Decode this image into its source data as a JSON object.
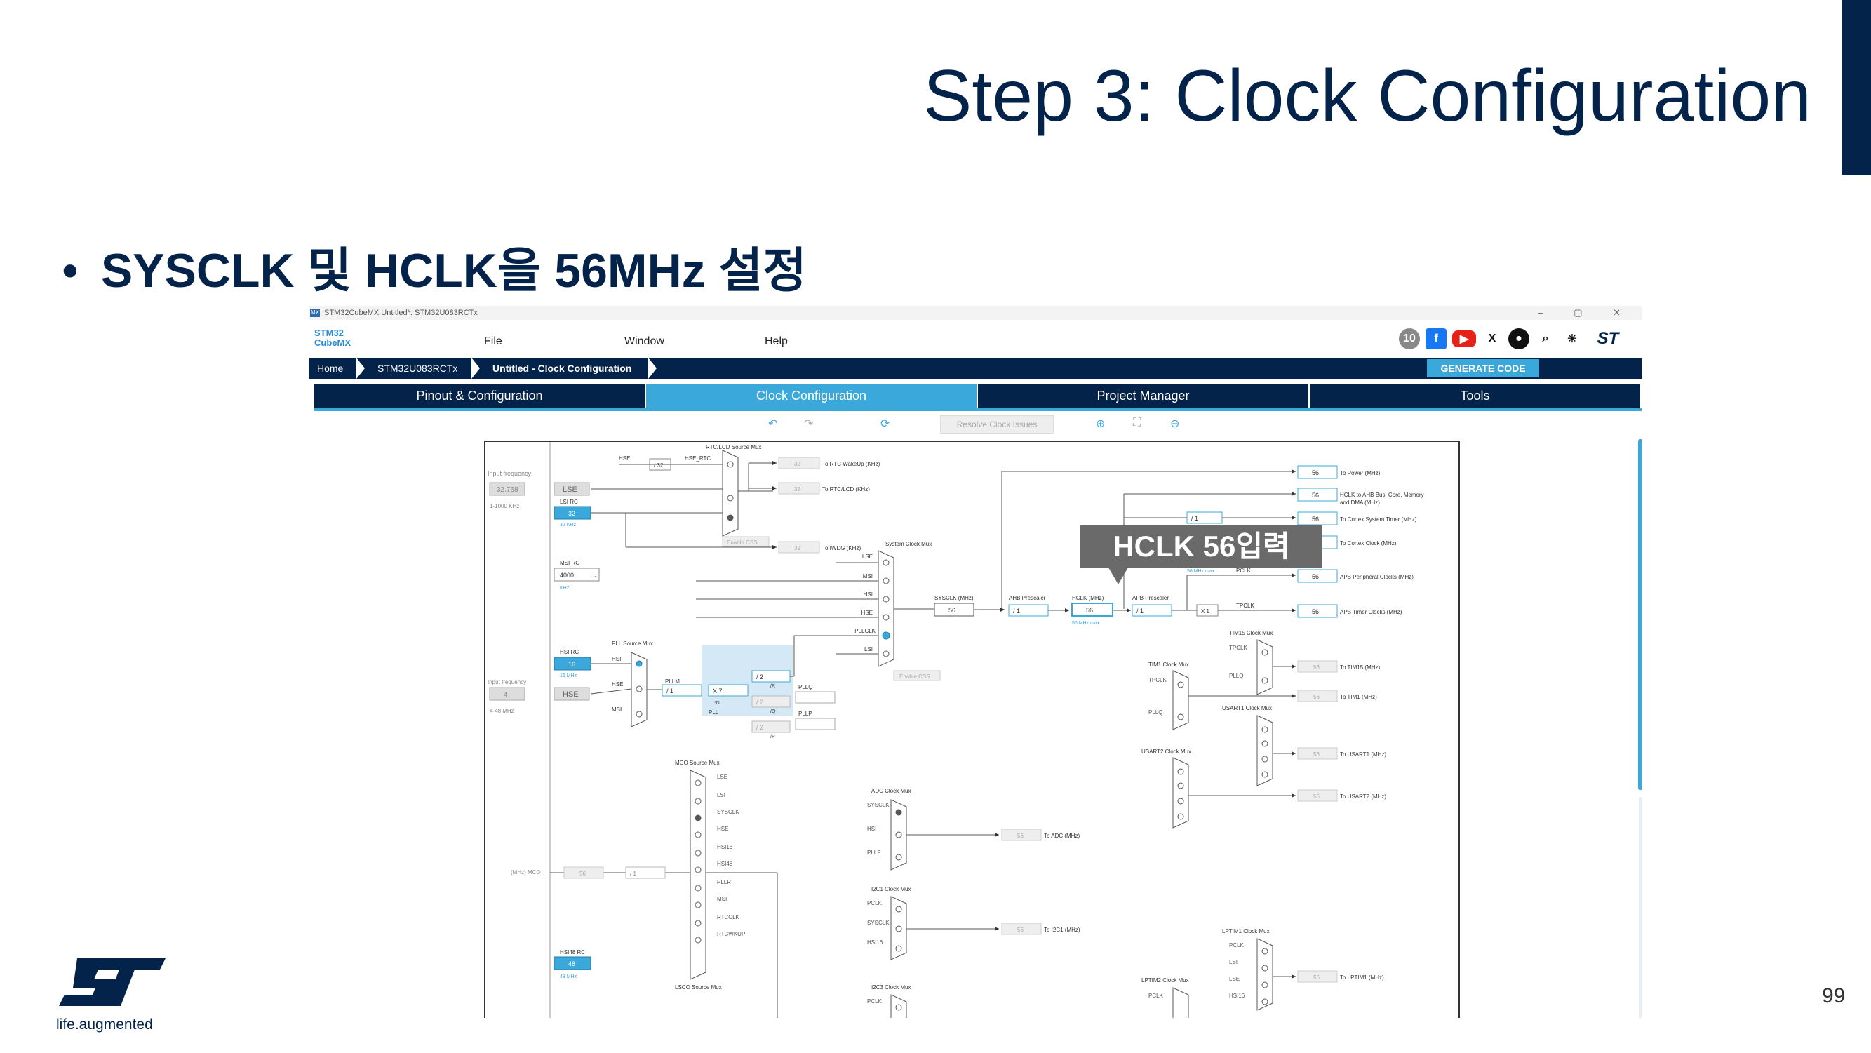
{
  "slide": {
    "title": "Step 3: Clock Configuration",
    "bullet_marker": "•",
    "bullet": "SYSCLK 및 HCLK을 56MHz 설정",
    "page_number": "99",
    "logo_tagline": "life.augmented"
  },
  "window": {
    "title": "STM32CubeMX Untitled*: STM32U083RCTx",
    "controls": "– ▢ ✕",
    "app_logo_line1": "STM32",
    "app_logo_line2": "CubeMX"
  },
  "menu": {
    "file": "File",
    "window": "Window",
    "help": "Help"
  },
  "breadcrumb": {
    "home": "Home",
    "device": "STM32U083RCTx",
    "current": "Untitled - Clock Configuration"
  },
  "generate_label": "GENERATE CODE",
  "tabs": [
    "Pinout & Configuration",
    "Clock Configuration",
    "Project Manager",
    "Tools"
  ],
  "toolbar": {
    "resolve": "Resolve Clock Issues"
  },
  "social_icons": [
    "anniversary-icon",
    "facebook-icon",
    "youtube-icon",
    "x-icon",
    "github-icon",
    "search-icon",
    "network-icon",
    "st-icon"
  ],
  "colors": {
    "navy": "#03234b",
    "accent": "#3ba8dc",
    "callout": "#6a6a6a"
  },
  "callout": "HCLK 56입력",
  "clock": {
    "input_frequency": "Input frequency",
    "lse_value": "32.768",
    "lse_range": "1-1000 KHz",
    "lse": "LSE",
    "lsi_rc": "LSI RC",
    "lsi_value": "32",
    "lsi_unit": "32 KHz",
    "msi_rc": "MSI RC",
    "msi_value": "4000",
    "msi_unit": "KHz",
    "hsi_rc": "HSI RC",
    "hsi_value": "16",
    "hsi_unit": "16 MHz",
    "hse_input": "4",
    "hse_range": "4-48 MHz",
    "hse": "HSE",
    "rtc_mux": "RTC/LCD Source Mux",
    "hse_div": "/ 32",
    "hse_rtc": "HSE_RTC",
    "to_rtc_wakeup": "To RTC WakeUp (KHz)",
    "to_rtc_lcd": "To RTC/LCD (KHz)",
    "to_iwdg": "To IWDG (KHz)",
    "rtc_val": "32",
    "enable_css": "Enable CSS",
    "sys_mux": "System Clock Mux",
    "pll_mux": "PLL Source Mux",
    "pllm": "PLLM",
    "pllm_val": "/ 1",
    "plln_val": "X 7",
    "plln": "*N",
    "pllr_val": "/ 2",
    "pllq_val": "/ 2",
    "pllp_val": "/ 2",
    "pll": "PLL",
    "pllq": "PLLQ",
    "pllp": "PLLP",
    "pllclk": "PLLCLK",
    "r": "/R",
    "q": "/Q",
    "p": "/P",
    "sysclk_label": "SYSCLK (MHz)",
    "sysclk": "56",
    "ahb_label": "AHB Prescaler",
    "ahb": "/ 1",
    "hclk_label": "HCLK (MHz)",
    "hclk": "56",
    "hclk_max": "56 MHz max",
    "apb_label": "APB Prescaler",
    "apb": "/ 1",
    "x1": "X 1",
    "pclk": "PCLK",
    "tpclk": "TPCLK",
    "pclk_max": "56 MHz max",
    "cortex_div": "/ 1",
    "out_power": "To Power (MHz)",
    "out_ahb": "HCLK to AHB Bus, Core, Memory",
    "out_ahb2": "and DMA (MHz)",
    "out_cortex_timer": "To Cortex System Timer (MHz)",
    "out_cortex_clock": "To Cortex Clock (MHz)",
    "out_apb": "APB Peripheral Clocks (MHz)",
    "out_apb_timer": "APB Timer Clocks (MHz)",
    "out_val": "56",
    "tim15_mux": "TIM15 Clock Mux",
    "tim1_mux": "TIM1 Clock Mux",
    "usart1_mux": "USART1 Clock Mux",
    "usart2_mux": "USART2 Clock Mux",
    "to_tim15": "To TIM15 (MHz)",
    "to_tim1": "To TIM1 (MHz)",
    "to_usart1": "To USART1 (MHz)",
    "to_usart2": "To USART2 (MHz)",
    "mco_mux": "MCO Source Mux",
    "mco_label": "(MHz) MCO",
    "mco_val": "56",
    "mco_div": "/ 1",
    "adc_mux": "ADC Clock Mux",
    "to_adc": "To ADC (MHz)",
    "i2c1_mux": "I2C1 Clock Mux",
    "to_i2c1": "To I2C1 (MHz)",
    "i2c3_mux": "I2C3 Clock Mux",
    "lptim1_mux": "LPTIM1 Clock Mux",
    "to_lptim1": "To LPTIM1 (MHz)",
    "lptim2_mux": "LPTIM2 Clock Mux",
    "hsi48_rc": "HSI48 RC",
    "hsi48_value": "48",
    "hsi48_unit": "48 MHz",
    "lsco_mux": "LSCO Source Mux",
    "hsi": "HSI",
    "msi": "MSI",
    "lsi": "LSI",
    "sysclk_sig": "SYSCLK",
    "hsi16": "HSI16",
    "hsi48": "HSI48",
    "pllr": "PLLR",
    "rtcclk": "RTCCLK",
    "rtcwkup": "RTCWKUP",
    "pllq_sig": "PLLQ"
  }
}
